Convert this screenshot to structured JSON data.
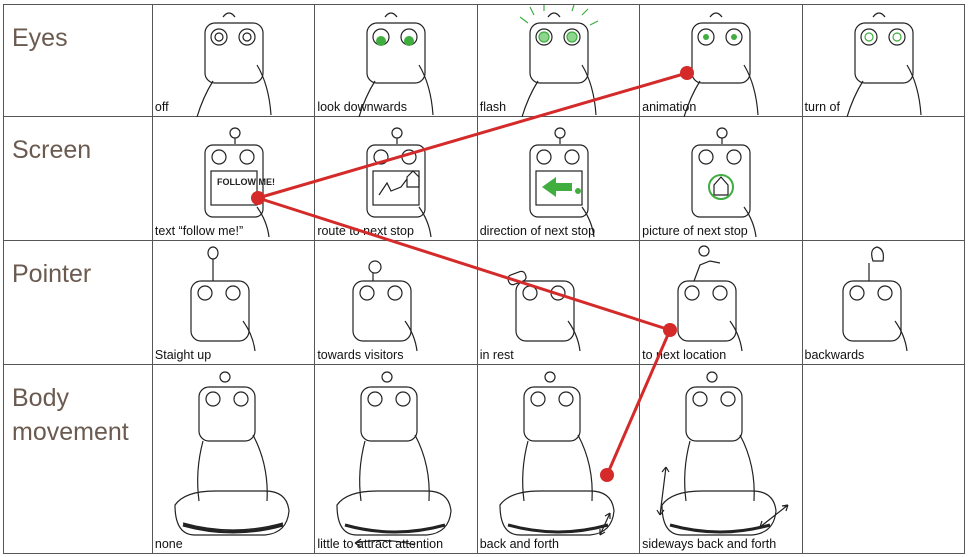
{
  "rows": [
    {
      "label": "Eyes",
      "options": [
        "off",
        "look downwards",
        "flash",
        "animation",
        "turn of"
      ]
    },
    {
      "label": "Screen",
      "options": [
        "text “follow me!”",
        "route to next stop",
        "direction of next stop",
        "picture of next stop",
        ""
      ]
    },
    {
      "label": "Pointer",
      "options": [
        "Staight up",
        "towards visitors",
        "in rest",
        "to next location",
        "backwards"
      ]
    },
    {
      "label": "Body movement",
      "options": [
        "none",
        "little to attract attention",
        "back and forth",
        "sideways back and forth",
        ""
      ]
    }
  ],
  "screen_sketch_text": "FOLLOW ME!",
  "colors": {
    "path": "#d42a2a",
    "highlight": "#3fae3f",
    "label": "#6b5a4f",
    "sketch": "#222222"
  },
  "selected_path": [
    "animation",
    "text “follow me!”",
    "to next location",
    "back and forth"
  ]
}
